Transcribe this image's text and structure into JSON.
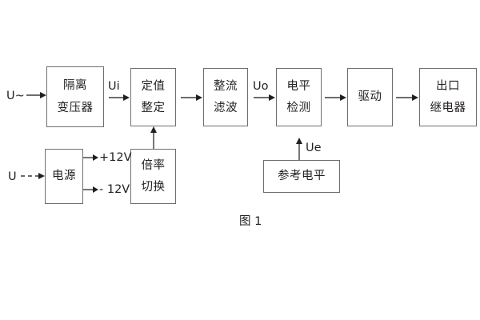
{
  "figure": {
    "caption": "图 1",
    "ink_color": "#231f20",
    "box_border_color": "#6d6e71",
    "background": "#ffffff"
  },
  "blocks": [
    {
      "id": "isolation-transformer",
      "lines": [
        "隔离",
        "变压器"
      ]
    },
    {
      "id": "setting-value",
      "lines": [
        "定值",
        "整定"
      ]
    },
    {
      "id": "rectify-filter",
      "lines": [
        "整流",
        "滤波"
      ]
    },
    {
      "id": "level-detection",
      "lines": [
        "电平",
        "检测"
      ]
    },
    {
      "id": "drive",
      "lines": [
        "驱动"
      ]
    },
    {
      "id": "output-relay",
      "lines": [
        "出口",
        "继电器"
      ]
    },
    {
      "id": "power-supply",
      "lines": [
        "电源"
      ]
    },
    {
      "id": "multiplier-switch",
      "lines": [
        "倍率",
        "切换"
      ]
    },
    {
      "id": "reference-level",
      "lines": [
        "参考电平"
      ]
    }
  ],
  "labels": {
    "input_ac": "U~",
    "input_dc": "U",
    "ui": "Ui",
    "uo": "Uo",
    "ue": "Ue",
    "plus12v": "+12V",
    "minus12v": "- 12V"
  }
}
